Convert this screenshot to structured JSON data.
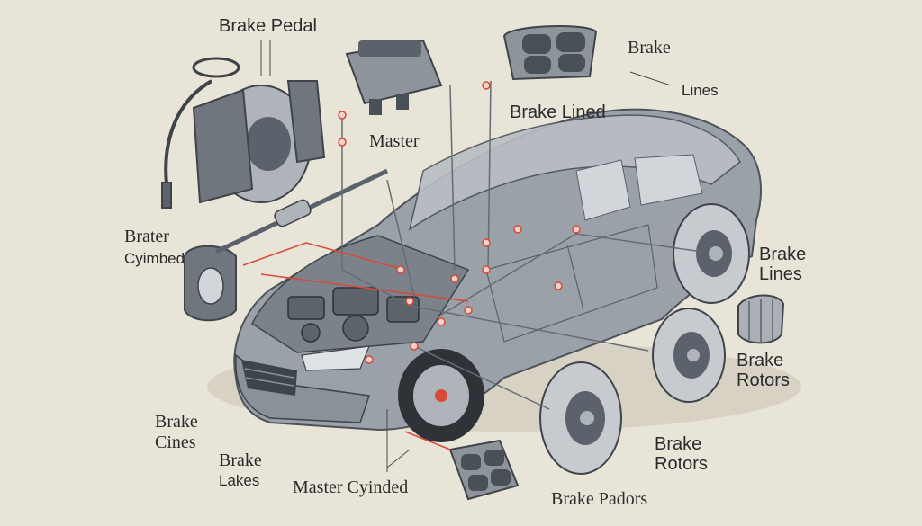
{
  "diagram": {
    "labels": {
      "brake_pedal": "Brake Pedal",
      "brake_top": "Brake",
      "lines_top": "Lines",
      "brake_lined": "Brake Lined",
      "master": "Master",
      "brater_line1": "Brater",
      "brater_line2": "Cyimbed",
      "brake_lines_right_1": "Brake",
      "brake_lines_right_2": "Lines",
      "brake_rotors_right_1": "Brake",
      "brake_rotors_right_2": "Rotors",
      "brake_rotors_bottom_1": "Brake",
      "brake_rotors_bottom_2": "Rotors",
      "brake_cines_1": "Brake",
      "brake_cines_2": "Cines",
      "brake_lakes_1": "Brake",
      "brake_lakes_2": "Lakes",
      "master_cyinded": "Master Cyinded",
      "brake_padors": "Brake Padors"
    },
    "colors": {
      "background": "#e9e4d8",
      "car_body": "#8d949c",
      "car_dark": "#5b626b",
      "ink": "#2b2b2b",
      "accent_red": "#d64a3a",
      "rotor": "#c7cbd0"
    }
  }
}
